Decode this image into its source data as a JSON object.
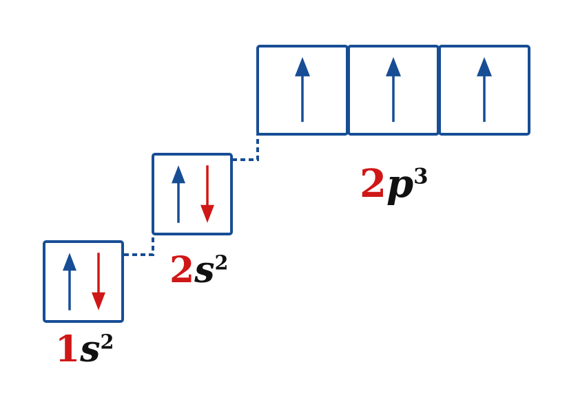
{
  "colors": {
    "box": "#174D95",
    "spin_up": "#174D95",
    "spin_down": "#D01717",
    "number": "#D01717",
    "text": "#111111",
    "connector": "#174D95"
  },
  "orbitals": [
    {
      "label": {
        "number": "1",
        "letter": "s",
        "electrons": "2"
      },
      "boxes": [
        {
          "up": true,
          "down": true
        }
      ]
    },
    {
      "label": {
        "number": "2",
        "letter": "s",
        "electrons": "2"
      },
      "boxes": [
        {
          "up": true,
          "down": true
        }
      ]
    },
    {
      "label": {
        "number": "2",
        "letter": "p",
        "electrons": "3"
      },
      "boxes": [
        {
          "up": true,
          "down": false
        },
        {
          "up": true,
          "down": false
        },
        {
          "up": true,
          "down": false
        }
      ]
    }
  ]
}
